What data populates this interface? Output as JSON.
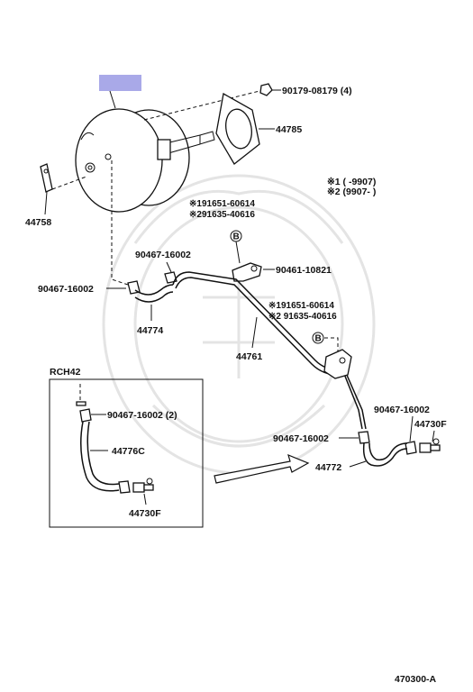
{
  "labels": {
    "bolt_nut": "90179-08179 (4)",
    "gasket": "44785",
    "clevis": "44758",
    "note1": "※1 (      -9907)",
    "note2": "※2 (9907-      )",
    "bracket_ref1": "※191651-60614",
    "bracket_ref2": "※291635-40616",
    "bracket_b": "B",
    "clip_upper": "90467-16002",
    "clamp_upper": "90461-10821",
    "clip_left": "90467-16002",
    "hose_left": "44774",
    "union_ref1": "※191651-60614",
    "union_ref2": "※2 91635-40616",
    "union_b": "B",
    "pipe": "44761",
    "inset_title": "RCH42",
    "inset_clip": "90467-16002 (2)",
    "inset_hose": "44776C",
    "inset_valve": "44730F",
    "clip_right1": "90467-16002",
    "valve_right": "44730F",
    "clip_right2": "90467-16002",
    "hose_right": "44772",
    "diagram_id": "470300-A"
  },
  "colors": {
    "highlight": "#a9a9e8",
    "line": "#111111",
    "watermark": "#e4e4e4"
  }
}
